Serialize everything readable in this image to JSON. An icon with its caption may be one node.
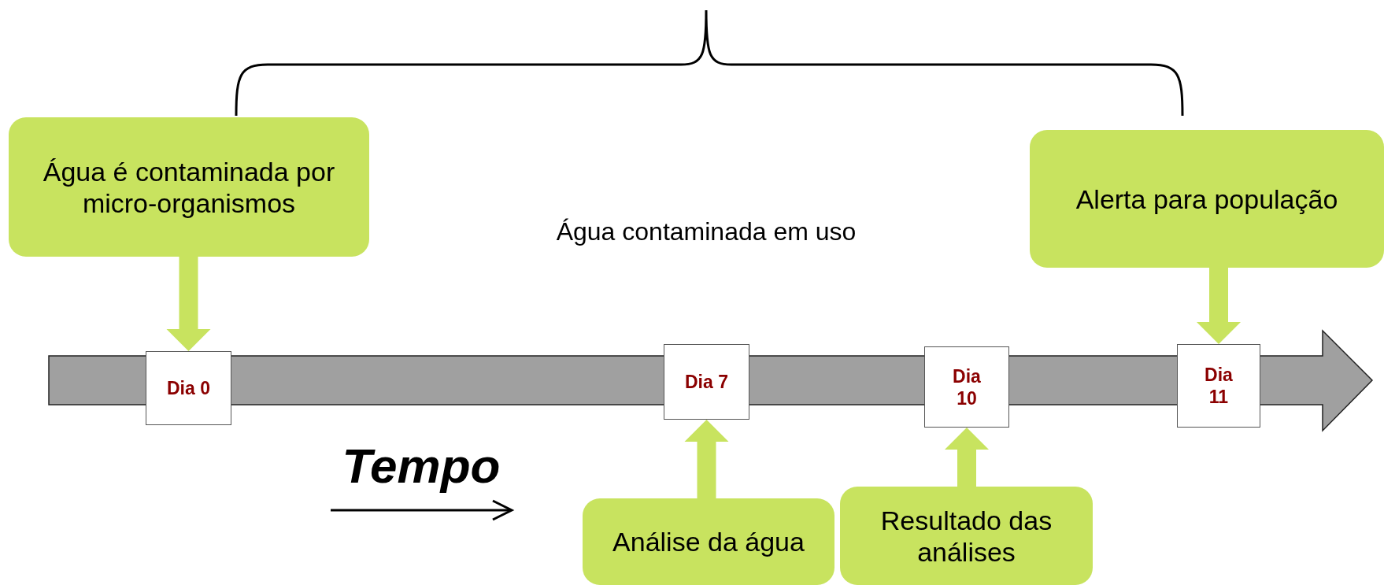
{
  "diagram": {
    "nodes": [
      {
        "text": [
          "Água é contaminada por micro-organismos"
        ]
      },
      {
        "text": [
          "Alerta para população"
        ]
      },
      {
        "text": [
          "Dia 0"
        ]
      },
      {
        "text": [
          "Dia 7"
        ]
      },
      {
        "text": [
          "Dia 10"
        ]
      },
      {
        "text": [
          "Dia 11"
        ]
      },
      {
        "text": [
          "Análise da água"
        ]
      },
      {
        "text": [
          "Resultado das análises"
        ]
      }
    ],
    "edges": [
      {
        "from": 0,
        "to": 2,
        "arrow": "to"
      },
      {
        "from": 1,
        "to": 5,
        "arrow": "to"
      },
      {
        "from": 6,
        "to": 3,
        "arrow": "to"
      },
      {
        "from": 7,
        "to": 4,
        "arrow": "to"
      }
    ],
    "labels": [
      "Água contaminada em uso",
      "Tempo"
    ]
  }
}
